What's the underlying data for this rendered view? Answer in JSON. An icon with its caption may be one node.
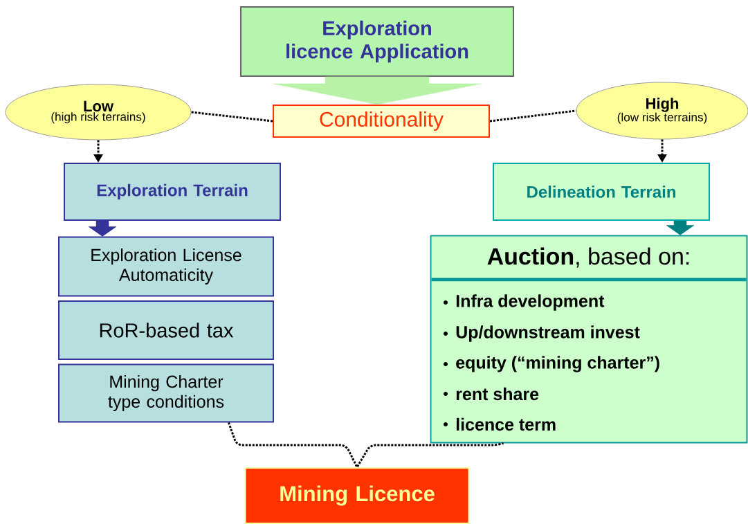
{
  "diagram": {
    "nodes": [
      {
        "text": [
          "Exploration licence Application"
        ]
      },
      {
        "text": [
          "Conditionality"
        ]
      },
      {
        "text": [
          "Low",
          "(high risk terrains)"
        ]
      },
      {
        "text": [
          "High",
          "(low risk terrains)"
        ]
      },
      {
        "text": [
          "Exploration Terrain"
        ]
      },
      {
        "text": [
          "Exploration License Automaticity"
        ]
      },
      {
        "text": [
          "RoR-based tax"
        ]
      },
      {
        "text": [
          "Mining Charter type conditions"
        ]
      },
      {
        "text": [
          "Delineation Terrain"
        ]
      },
      {
        "text": [
          "**Auction**, based on:",
          "Infra development",
          "Up/downstream invest",
          "equity (“mining charter”)",
          "rent share",
          "licence term"
        ]
      },
      {
        "text": [
          "Mining Licence"
        ]
      }
    ],
    "edges": [
      {
        "from": 0,
        "to": 1,
        "arrow": "to",
        "style": "thick",
        "color": "#b8f2a6"
      },
      {
        "from": 1,
        "to": 2,
        "arrow": "none",
        "style": "dashed"
      },
      {
        "from": 1,
        "to": 3,
        "arrow": "none",
        "style": "dashed"
      },
      {
        "from": 2,
        "to": 4,
        "arrow": "to",
        "style": "dashed"
      },
      {
        "from": 3,
        "to": 8,
        "arrow": "to",
        "style": "dashed"
      },
      {
        "from": 4,
        "to": 5,
        "arrow": "to",
        "style": "thick",
        "color": "#333399"
      },
      {
        "from": 8,
        "to": 9,
        "arrow": "to",
        "style": "thick",
        "color": "#008080"
      },
      {
        "from": 7,
        "to": 10,
        "arrow": "none",
        "style": "dashed"
      },
      {
        "from": 9,
        "to": 10,
        "arrow": "none",
        "style": "dashed"
      }
    ]
  }
}
